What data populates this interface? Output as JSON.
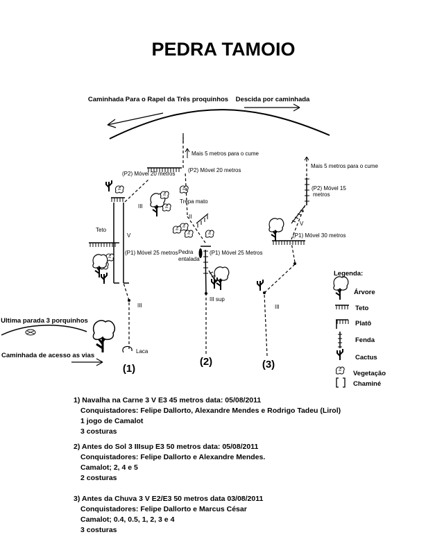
{
  "title": "PEDRA TAMOIO",
  "top": {
    "left_label": "Caminhada Para o Rapel da Três proquinhos",
    "right_label": "Descida por caminhada"
  },
  "left_side": {
    "stop_label": "Ultima parada 3 porquinhos",
    "access_label": "Caminhada de acesso as vias"
  },
  "route1": {
    "number": "(1)",
    "p2": "(P2) Móvel 20 metros",
    "teto": "Teto",
    "grade_upper": "III",
    "grade_v": "V",
    "p1": "(P1) Móvel 25 metros",
    "grade_lower": "III",
    "laca": "Laca"
  },
  "route2": {
    "number": "(2)",
    "top_note": "Mais 5 metros para o cume",
    "p2": "(P2) Móvel 20 metros",
    "trepa": "Trepa mato",
    "grade_ii": "II",
    "pedra": "Pedra",
    "entalada": "entalada",
    "p1": "(P1) Móvel 25 Metros",
    "grade_sup": "III sup"
  },
  "route3": {
    "number": "(3)",
    "top_note": "Mais 5 metros para o cume",
    "p2_line1": "(P2) Móvel 15",
    "p2_line2": "metros",
    "grade_v": "V",
    "p1": "(P1) Móvel 30 metros",
    "grade": "III"
  },
  "legend": {
    "title": "Legenda:",
    "items": [
      "Árvore",
      "Teto",
      "Platô",
      "Fenda",
      "Cactus",
      "Vegetação",
      "Chaminé"
    ]
  },
  "routes_info": [
    {
      "heading": "1) Navalha na Carne 3 V E3 45 metros data: 05/08/2011",
      "lines": [
        "Conquistadores: Felipe Dallorto, Alexandre Mendes e Rodrigo Tadeu (Lirol)",
        "1 jogo de Camalot",
        "3 costuras"
      ]
    },
    {
      "heading": "2) Antes do Sol 3 IIIsup E3 50 metros data: 05/08/2011",
      "lines": [
        "Conquistadores: Felipe Dallorto e Alexandre Mendes.",
        "Camalot; 2, 4 e 5",
        "2 costuras"
      ]
    },
    {
      "heading": "3) Antes da Chuva 3 V E2/E3 50 metros data 03/08/2011",
      "lines": [
        "Conquistadores: Felipe Dallorto e Marcus César",
        "Camalot; 0.4, 0.5, 1, 2, 3 e 4",
        "3 costuras"
      ]
    }
  ]
}
